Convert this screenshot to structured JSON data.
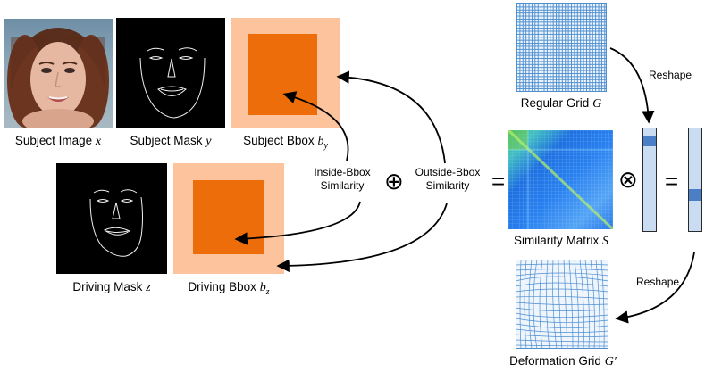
{
  "colors": {
    "bbox_outer": "#fcc39c",
    "bbox_inner": "#ec6d0a",
    "grid_line": "#4f8fd0",
    "vector_fill": "#c9dcf2",
    "vector_highlight": "#4a7fc7"
  },
  "labels": {
    "subject_image": "Subject Image",
    "subject_image_var": "x",
    "subject_mask": "Subject Mask",
    "subject_mask_var": "y",
    "subject_bbox": "Subject Bbox",
    "subject_bbox_var": "b",
    "subject_bbox_sub": "y",
    "driving_mask": "Driving Mask",
    "driving_mask_var": "z",
    "driving_bbox": "Driving Bbox",
    "driving_bbox_var": "b",
    "driving_bbox_sub": "z",
    "regular_grid": "Regular Grid",
    "regular_grid_var": "G",
    "similarity_matrix": "Similarity Matrix",
    "similarity_matrix_var": "S",
    "deformation_grid": "Deformation Grid",
    "deformation_grid_var": "G′",
    "inside_bbox_line1": "Inside-Bbox",
    "inside_bbox_line2": "Similarity",
    "outside_bbox_line1": "Outside-Bbox",
    "outside_bbox_line2": "Similarity",
    "reshape_top": "Reshape",
    "reshape_bottom": "Reshape"
  },
  "operators": {
    "oplus": "⊕",
    "equals1": "=",
    "otimes": "⊗",
    "equals2": "="
  }
}
